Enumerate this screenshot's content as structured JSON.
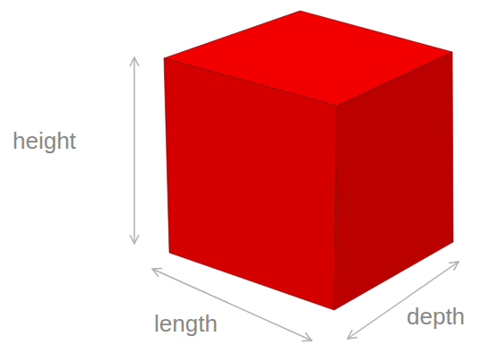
{
  "diagram": {
    "labels": [
      "height",
      "length",
      "depth"
    ]
  }
}
